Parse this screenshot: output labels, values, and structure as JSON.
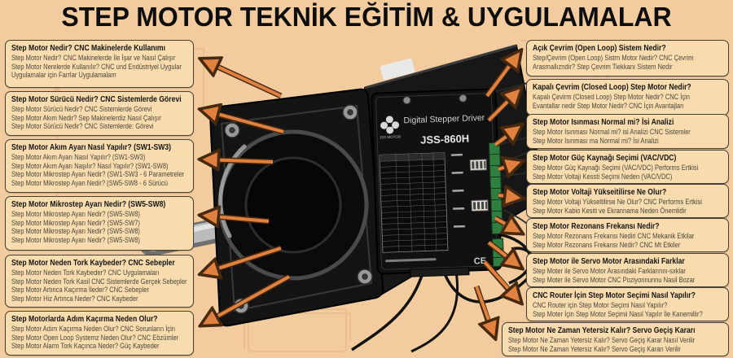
{
  "title": "STEP MOTOR TEKNİK EĞİTİM & UYGULAMALAR",
  "left_boxes": [
    {
      "title": "Step Motor Nedir? CNC Makinelerde Kullanımı",
      "lines": [
        "Step Motor Nedir? CNC Makinelerde İle İşar ve Nasıl Çalışır",
        "Step Motor Nerelerde Kullanılır? CNC und Endüstriyel Uygular",
        "Uygulamalar için Farrlar Uygulamalam"
      ]
    },
    {
      "title": "Step Motor Sürücü Nedir? CNC Sistemlerde Görevi",
      "lines": [
        "Step Motor Sürücü Nedir? CNC Sistemlerde Görevi",
        "Step Motor Akım Nedir? Sep Makinelerdiz Nasıl Çalışır",
        "Step Motor Sürücü Nedir? CNC Sistemlerde: Görevi"
      ]
    },
    {
      "title": "Step Motor Akım Ayarı Nasıl Yapılır? (SW1-SW3)",
      "lines": [
        "Step Motor Akım Ayarı Nasıl Yapılır? (SW1-SW3)",
        "Step Motor Akım Ayarı Naşılır? Nasıl Yapılır? (SW1-SW8)",
        "Step Motor Mikrostep Ayarı Nedir? (SW1-SW3 - 6 Parametreler",
        "Step Motor Mikrostep Ayan Nedir? (SW5-SW8 - 6 Sürücü"
      ]
    },
    {
      "title": "Step Motor Mikrostep Ayarı Nedir? (SW5-SW8)",
      "lines": [
        "Step Motor Mikrostep Ayarı Nedir? (SW5-SW8)",
        "Step Motor Mikrostep Ayarı Nedir? (SW5-SW7)",
        "Step Motor Mikrostep Ayarı Nedir? (SW5-SW8)",
        "Step Motor Mikrostep Ayarı Nedir? (SW5-SW8)"
      ]
    },
    {
      "title": "Step Motor Neden Tork Kaybeder? CNC Sebepler",
      "lines": [
        "Step Motor Neden Tork Kaybeder? CNC Uygulamaları",
        "Step Motor Neden Tork Kasil CNC Sistemlerde Gerçek Sebepler",
        "Step Motor Artınca Kaçırma İleder? CNC Sebepler",
        "Step Motor Hiz Artınca Neder? CNC Kaybeder"
      ]
    },
    {
      "title": "Step Motorlarda Adım Kaçırma Neden Olur?",
      "lines": [
        "Step Motor Adım Kaçırma Neden Olur? CNC Sorunların İçin",
        "Step Motor Open Loop Systemz Neden Olur? CNC Eözümler",
        "Step Motor Alarm Tork Kaçınca Neder? Güç Kaybeder"
      ]
    }
  ],
  "right_boxes": [
    {
      "title": "Açık Çevrim (Open Loop) Sistem Nedir?",
      "lines": [
        "Step/Çevrim (Open Loop) Sistm Motor Nedir? CNC Çevrim",
        "Arasmallızndir? Step Çevrim Tiekkanı Sistem Nedir"
      ]
    },
    {
      "title": "Kapalı Çevrim (Closed Loop) Step Motor Nedir?",
      "lines": [
        "Kapalı Çevirm (Closed Loop) Step Motor Nedir? CNC İçin",
        "Evantallar nedir Step Motor Nedir? CNC İçin Avantajları"
      ]
    },
    {
      "title": "Step Motor Isınması Normal mi? İsi Analizi",
      "lines": [
        "Step Motor Isınması Normal mi? isi Analizi CNC Sistemler",
        "Step Motor Isınması ma Normal mi? İsi Analizi"
      ]
    },
    {
      "title": "Step Motor Güç Kaynağı Seçimi (VAC/VDC)",
      "lines": [
        "Step Motor Güç Kaynağı Seçimi (VAC/VDC) Performs Ertkisi",
        "Step Motor Voltaji Kessti Seçimi Neden (VAC/VDC)"
      ]
    },
    {
      "title": "Step Motor Voltaji Yükseitilirse Ne Olur?",
      "lines": [
        "Step Motor Voltaji Yükseltilirse Ne Olur? CNC Performs Ertkisi",
        "Step Motor Kabio Kesiti ve Ekrannama Neden Önemlidir"
      ]
    },
    {
      "title": "Step Motor Rezonans Frekansı Nedir?",
      "lines": [
        "Step Motor Rezonans Frekansı Nediri CNC Mekanik Etkilar",
        "Step Motor Rezonans Frekansı Nedir? CNC Mt Etkiler"
      ]
    },
    {
      "title": "Step Motor ile Servo Motor Arasındaki Farklar",
      "lines": [
        "Step Moter ile Servo Motor Arasındaki Farklarınnı-sxklar",
        "Step Moter ile Servo Motor CNC Poziyonnunnu Nasil Bozar"
      ]
    },
    {
      "title": "CNC Router İçin Step Motor Seçimi Nasıl Yapılır?",
      "lines": [
        "CNC Router için Step Motor Seçimi Nasıl Yapılır?",
        "Step Moter İçin Step Motor Seçimii Nasıl Yapılır  İle Kanemillir?"
      ]
    },
    {
      "title": "Step Motor Ne Zaman Yetersiz Kalır? Servo Geçiş Kararı",
      "lines": [
        "Step Motor Ne Zaman Yetersiz Kalır? Servo Geçiş Karar Nasıl Verilir",
        "Step Motor Ne Zaman Yetersiz Kalır? Servo Geçiş Kararı Verilir"
      ]
    }
  ],
  "device": {
    "brand": "JSS MOTOR",
    "type_label": "Digital Stepper Driver",
    "model": "JSS-860H",
    "cert": "CE"
  },
  "colors": {
    "background": "#f2cc9e",
    "box_bg": "#f8dcae",
    "box_border": "#44403a",
    "arrow": "#e0813f",
    "arrow_outline": "#46290f",
    "terminal_green": "#2f8040"
  }
}
